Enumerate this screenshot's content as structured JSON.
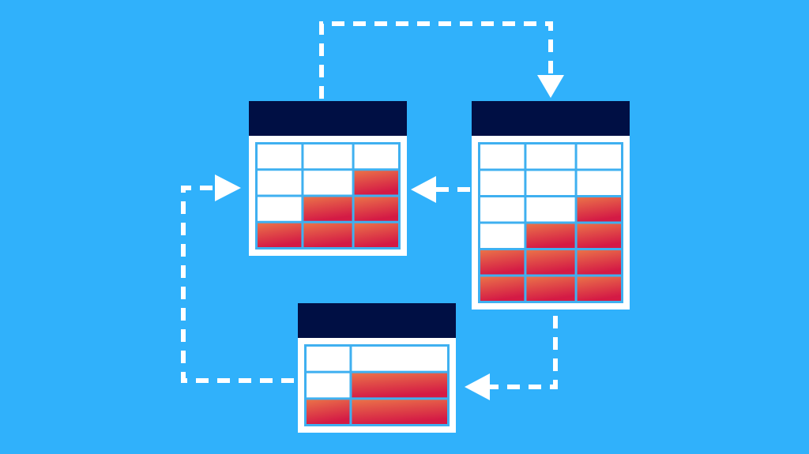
{
  "colors": {
    "background": "#30b1fb",
    "header": "#000f44",
    "cell_empty": "#ffffff",
    "grid_line": "#3fb0f0",
    "fill_start": "#ea7249",
    "fill_end": "#d41a45",
    "arrow": "#ffffff"
  },
  "tables": [
    {
      "id": "table-a",
      "rows": 4,
      "cols": 3,
      "filled": [
        [
          0,
          0,
          0
        ],
        [
          0,
          0,
          1
        ],
        [
          0,
          1,
          1
        ],
        [
          1,
          1,
          1
        ]
      ]
    },
    {
      "id": "table-b",
      "rows": 6,
      "cols": 3,
      "filled": [
        [
          0,
          0,
          0
        ],
        [
          0,
          0,
          0
        ],
        [
          0,
          0,
          1
        ],
        [
          0,
          1,
          1
        ],
        [
          1,
          1,
          1
        ],
        [
          1,
          1,
          1
        ]
      ]
    },
    {
      "id": "table-c",
      "rows": 3,
      "cols": 2,
      "filled": [
        [
          0,
          0
        ],
        [
          0,
          1
        ],
        [
          1,
          1
        ]
      ]
    }
  ],
  "flows": [
    {
      "from": "table-a",
      "to": "table-b",
      "style": "dashed"
    },
    {
      "from": "table-b",
      "to": "table-a",
      "style": "dashed"
    },
    {
      "from": "table-b",
      "to": "table-c",
      "style": "dashed"
    },
    {
      "from": "table-c",
      "to": "table-a",
      "style": "dashed"
    }
  ]
}
